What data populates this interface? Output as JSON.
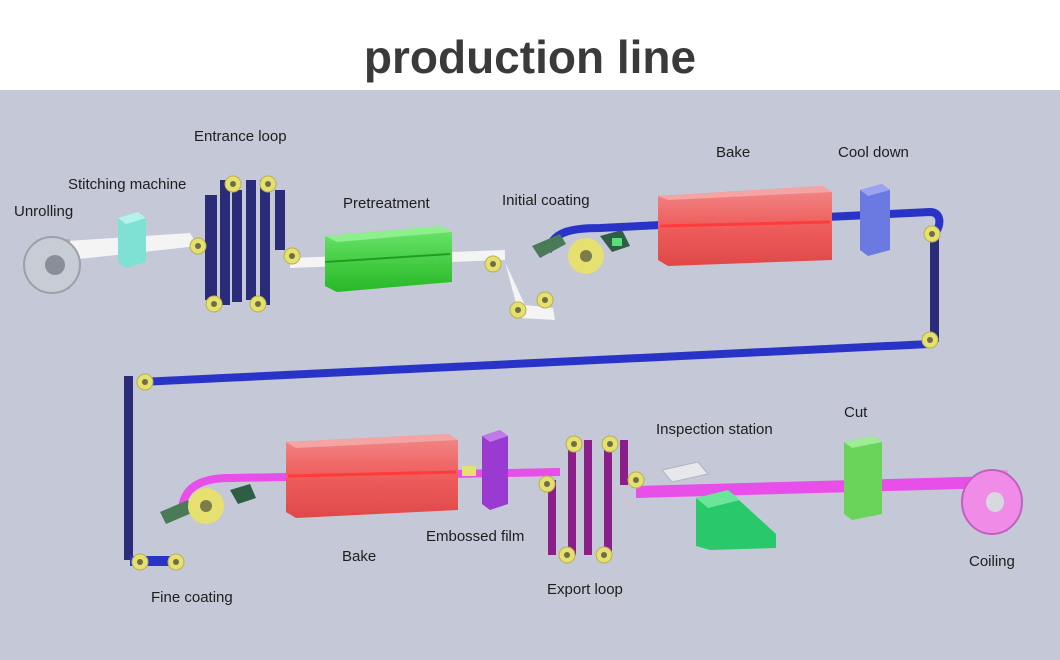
{
  "title": "production line",
  "labels": {
    "unrolling": "Unrolling",
    "stitching_machine": "Stitching machine",
    "entrance_loop": "Entrance loop",
    "pretreatment": "Pretreatment",
    "initial_coating": "Initial coating",
    "bake_top": "Bake",
    "cool_down": "Cool down",
    "fine_coating": "Fine coating",
    "bake_bottom": "Bake",
    "embossed_film": "Embossed film",
    "export_loop": "Export loop",
    "inspection_station": "Inspection station",
    "cut": "Cut",
    "coiling": "Coiling"
  },
  "colors": {
    "background": "#c4c8d7",
    "strip_white": "#f4f4f4",
    "strip_blue": "#2a33c8",
    "strip_magenta": "#e84ee8",
    "loop_navy": "#2a2c7a",
    "loop_purple": "#8a1f8a",
    "roller_yellow": "#e6e070",
    "oven_red": "#ef5d5d",
    "pretreat_green": "#3ad63a",
    "cool_blue": "#6a7ae0",
    "stitch_teal": "#7fe0d4",
    "emboss_purple": "#9b3ad0",
    "cut_green": "#6ad45a",
    "inspect_green": "#29c86a",
    "coil_grey": "#c8ccd4",
    "coil_pink": "#f08ce8"
  }
}
